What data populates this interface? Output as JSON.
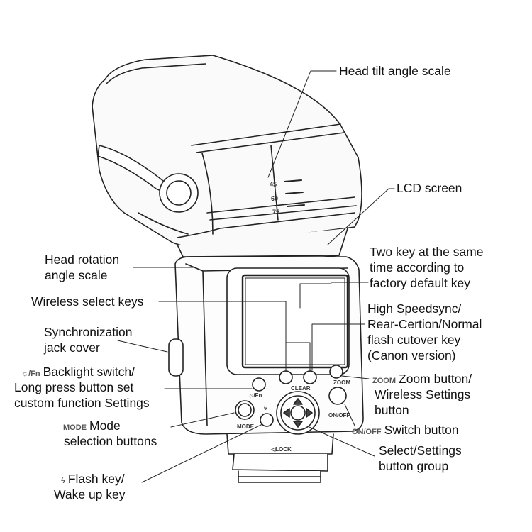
{
  "labels": {
    "head_tilt": "Head tilt angle scale",
    "lcd": "LCD screen",
    "head_rotation_1": "Head rotation",
    "head_rotation_2": "angle scale",
    "two_key_1": "Two key at the same",
    "two_key_2": "time according to",
    "two_key_3": "factory default key",
    "wireless_select": "Wireless select keys",
    "high_speed_1": "High Speedsync/",
    "high_speed_2": "Rear-Certion/Normal",
    "high_speed_3": "flash cutover key",
    "high_speed_4": "(Canon version)",
    "sync_1": "Synchronization",
    "sync_2": "jack cover",
    "backlight_1": "Backlight switch/",
    "backlight_2": "Long press button set",
    "backlight_3": "custom function Settings",
    "zoom_1": "Zoom button/",
    "zoom_2": "Wireless Settings",
    "zoom_3": "button",
    "mode_1": "Mode",
    "mode_2": "selection buttons",
    "switch": "Switch button",
    "select_1": "Select/Settings",
    "select_2": "button group",
    "flash_1": "Flash key/",
    "flash_2": "Wake up key"
  },
  "icons": {
    "backlight": "☼/Fn",
    "zoom": "ZOOM",
    "mode": "MODE",
    "onoff": "ON/OFF",
    "flash": "ϟ"
  },
  "device": {
    "tilt_marks": [
      "45",
      "60",
      "75"
    ],
    "key_clear": "CLEAR",
    "key_zoom": "ZOOM",
    "key_mode": "MODE",
    "key_onoff": "ON/OFF",
    "key_fn": "☼/Fn",
    "key_flash": "ϟ",
    "lock": "◁LOCK"
  }
}
